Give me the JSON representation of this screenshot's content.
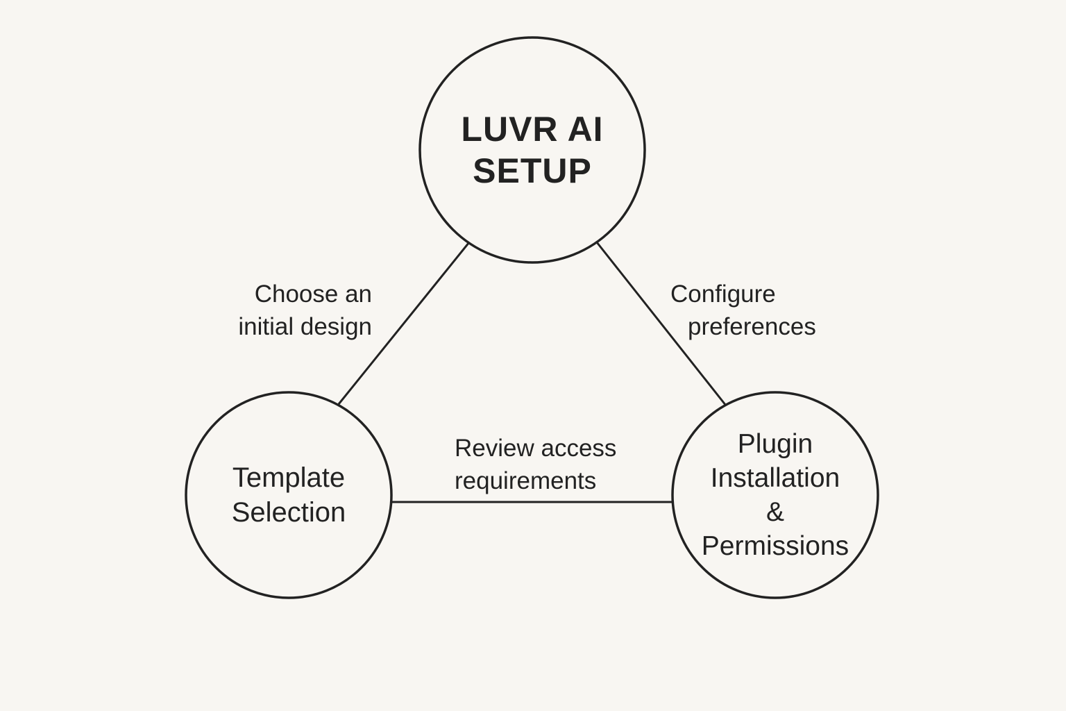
{
  "diagram": {
    "type": "triangle-cycle",
    "colors": {
      "background": "#f8f6f2",
      "stroke": "#222222",
      "text": "#222222"
    },
    "nodes": {
      "center": {
        "id": "luvr-ai-setup",
        "lines": [
          "LUVR AI",
          "SETUP"
        ]
      },
      "left": {
        "id": "template-selection",
        "lines": [
          "Template",
          "Selection"
        ]
      },
      "right": {
        "id": "plugin-installation-permissions",
        "lines": [
          "Plugin",
          "Installation",
          "&",
          "Permissions"
        ]
      }
    },
    "edges": {
      "center_left": {
        "from": "luvr-ai-setup",
        "to": "template-selection",
        "lines": [
          "Choose an",
          "initial design"
        ]
      },
      "center_right": {
        "from": "luvr-ai-setup",
        "to": "plugin-installation-permissions",
        "lines": [
          "Configure",
          "preferences"
        ]
      },
      "left_right": {
        "from": "template-selection",
        "to": "plugin-installation-permissions",
        "lines": [
          "Review access",
          "requirements"
        ]
      }
    }
  }
}
